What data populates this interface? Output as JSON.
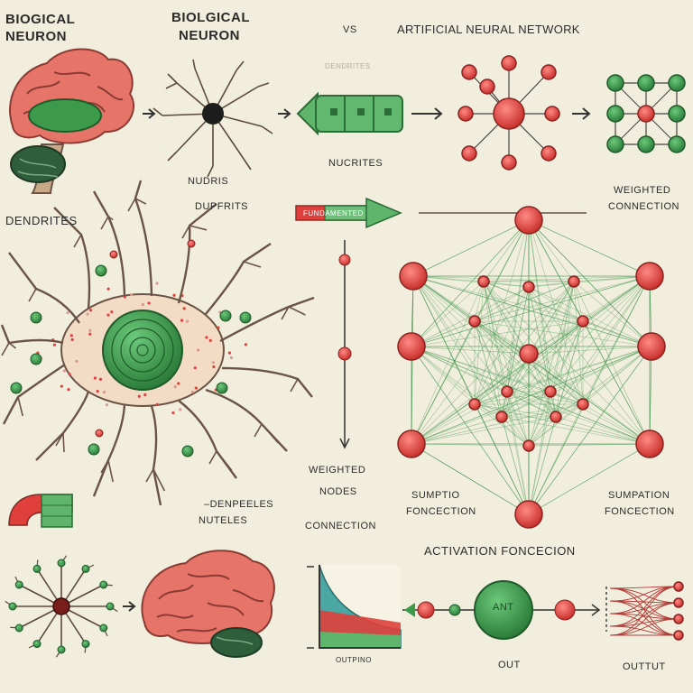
{
  "labels": {
    "left_title_1": "BIOGICAL",
    "left_title_2": "NEURON",
    "mid_title_1": "BIOLGICAL",
    "mid_title_2": "NEURON",
    "vs": "VS",
    "ann_title": "ARTIFICIAL NEURAL NETWORK",
    "faded_dendrites": "DENDRITES",
    "nudris": "NUDRIS",
    "nucrites": "NUCRITES",
    "dendrites": "DENDRITES",
    "dupfrits": "DUPFRITS",
    "weighted_connection_1": "WEIGHTED",
    "weighted_connection_2": "CONNECTION",
    "weighted_nodes_1": "WEIGHTED",
    "weighted_nodes_2": "NODES",
    "connection": "CONNECTION",
    "denpeeles": "–DENPEELES",
    "nuteles": "NUTELES",
    "sumptio": "SUMPTIO",
    "foncection_left": "FONCECTION",
    "sumpation": "SUMPATION",
    "foncection_right": "FONCECTION",
    "activation": "ACTIVATION FONCECION",
    "ant": "ANT",
    "outpino": "OUTPINO",
    "out": "OUT",
    "output": "OUTTUT",
    "arrow_banner": "FUNDAMENTED"
  },
  "colors": {
    "background": "#f2eedd",
    "neuron_red": "#e0403c",
    "neuron_green": "#3c9a4a",
    "brain_pink": "#e77468",
    "dendrite_brown": "#6b5446"
  },
  "icons": [
    "brain-icon",
    "neuron-icon",
    "arrow-icon",
    "network-icon",
    "activation-curve-icon"
  ]
}
